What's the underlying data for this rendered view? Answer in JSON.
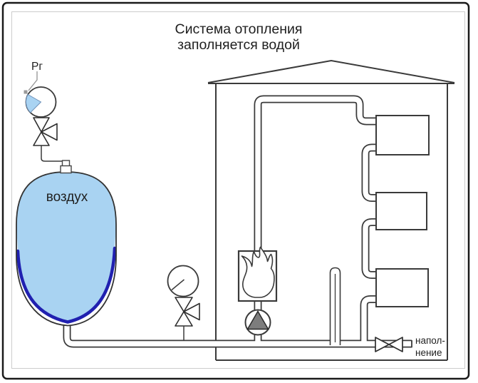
{
  "title": {
    "line1": "Система отопления",
    "line2": "заполняется водой"
  },
  "expansion_tank": {
    "label": "воздух"
  },
  "gauge_top": {
    "label": "Рг"
  },
  "filling_valve": {
    "line1": "напол-",
    "line2": "нение"
  },
  "colors": {
    "line": "#3a3a3a",
    "border": "#1a1a1a",
    "inner_frame": "#cccccc",
    "tank_air_fill": "#a9d3f2",
    "membrane": "#2020b0",
    "gauge_sector": "#a9d3f2",
    "pump_rotor": "#7d7d7d"
  }
}
